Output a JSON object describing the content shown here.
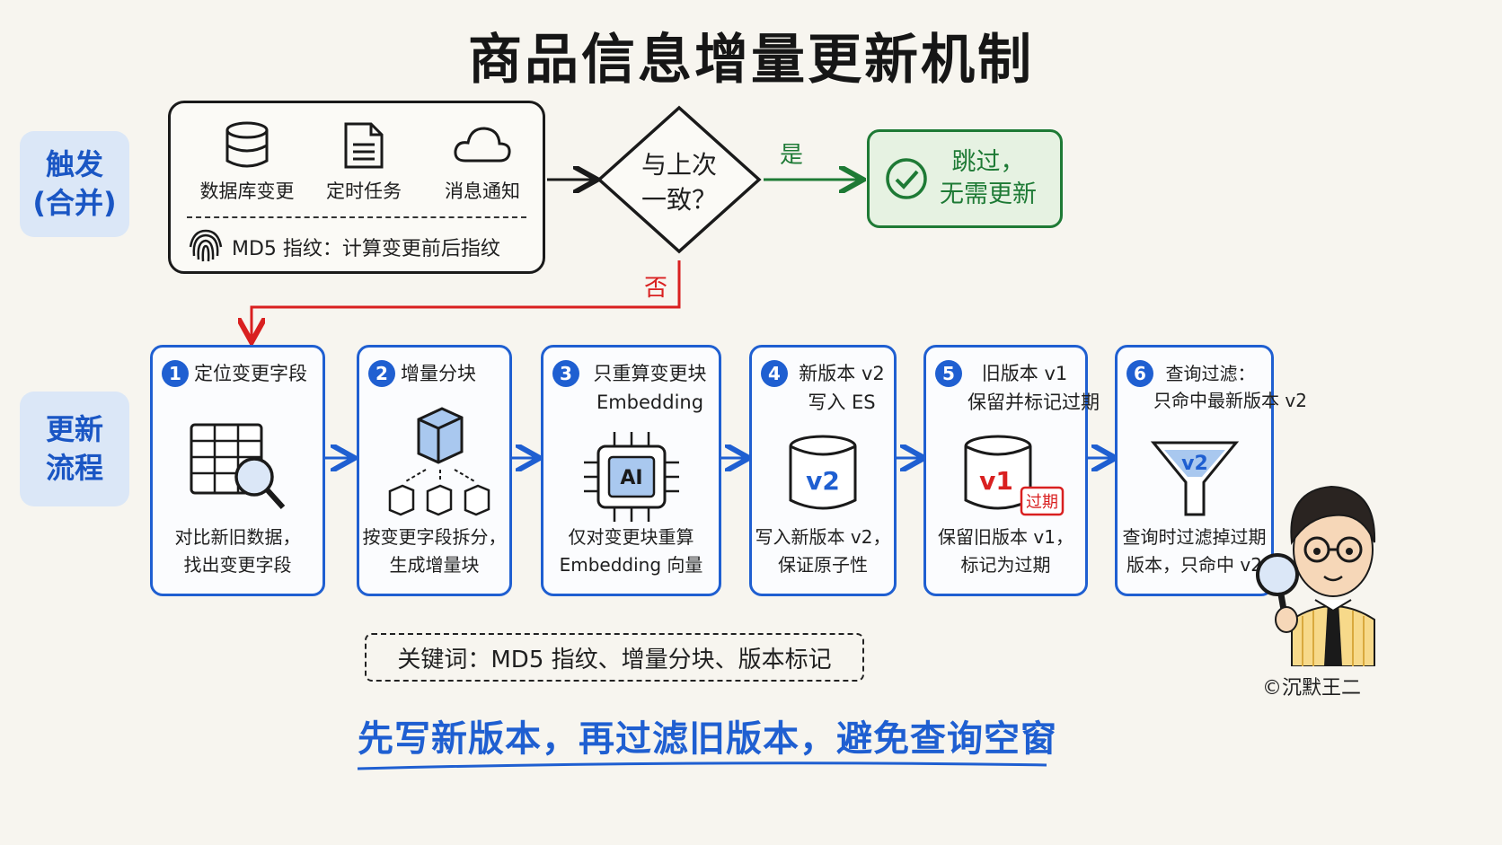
{
  "title": "商品信息增量更新机制",
  "side_labels": {
    "trigger": "触发\n(合并)",
    "update": "更新\n流程"
  },
  "trigger": {
    "sources": [
      {
        "label": "数据库变更",
        "icon": "database-icon"
      },
      {
        "label": "定时任务",
        "icon": "document-icon"
      },
      {
        "label": "消息通知",
        "icon": "cloud-icon"
      }
    ],
    "md5_text": "MD5 指纹：计算变更前后指纹",
    "md5_icon": "fingerprint-icon"
  },
  "decision": {
    "label": "与上次\n一致？",
    "yes": "是",
    "no": "否"
  },
  "skip": {
    "text": "跳过，\n无需更新",
    "icon": "check-circle-icon"
  },
  "steps": [
    {
      "num": "1",
      "title": "定位变更字段",
      "desc": "对比新旧数据，\n找出变更字段",
      "icon": "table-search-icon"
    },
    {
      "num": "2",
      "title": "增量分块",
      "desc": "按变更字段拆分，\n生成增量块",
      "icon": "cube-split-icon"
    },
    {
      "num": "3",
      "title": "只重算变更块\nEmbedding",
      "desc": "仅对变更块重算\nEmbedding 向量",
      "icon": "ai-chip-icon",
      "chip_text": "AI"
    },
    {
      "num": "4",
      "title": "新版本 v2\n写入 ES",
      "desc": "写入新版本 v2，\n保证原子性",
      "icon": "database-v2-icon",
      "badge": "v2"
    },
    {
      "num": "5",
      "title": "旧版本 v1\n保留并标记过期",
      "desc": "保留旧版本 v1，\n标记为过期",
      "icon": "database-v1-icon",
      "badge": "v1",
      "tag": "过期"
    },
    {
      "num": "6",
      "title": "查询过滤：\n只命中最新版本 v2",
      "desc": "查询时过滤掉过期\n版本，只命中 v2",
      "icon": "funnel-icon",
      "badge": "v2"
    }
  ],
  "keywords": "关键词：MD5 指纹、增量分块、版本标记",
  "footer": "先写新版本，再过滤旧版本，避免查询空窗",
  "copyright": "©沉默王二",
  "colors": {
    "blue": "#1f5fd1",
    "green": "#1e7a35",
    "red": "#d92020",
    "side_bg": "#dbe7f7"
  }
}
